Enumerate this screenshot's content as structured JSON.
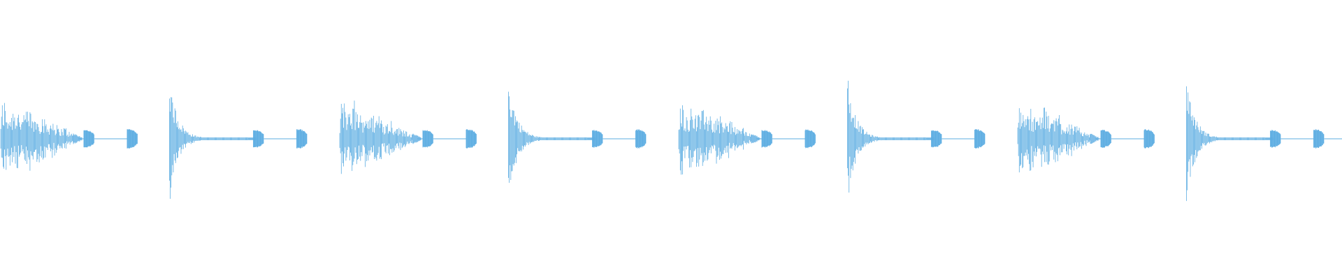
{
  "waveform": {
    "color": "#5DADE2",
    "background": "#FFFFFF",
    "pattern_repeats": 8,
    "clip_style": "audio-waveform",
    "bars": [
      {
        "kind": "dense-loud"
      },
      {
        "kind": "sharp-attack"
      },
      {
        "kind": "dense-loud"
      },
      {
        "kind": "sharp-attack"
      },
      {
        "kind": "dense-loud"
      },
      {
        "kind": "sharp-attack"
      },
      {
        "kind": "dense-loud"
      },
      {
        "kind": "sharp-attack"
      }
    ]
  }
}
